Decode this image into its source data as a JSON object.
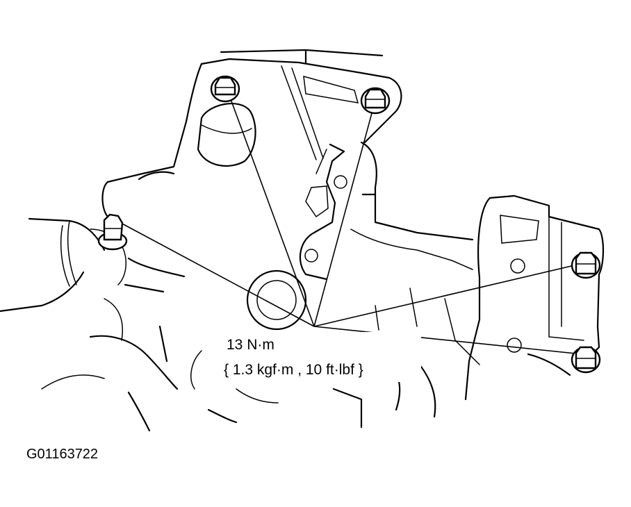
{
  "figure": {
    "torque_line1": "13 N·m",
    "torque_line2": "{ 1.3 kgf·m , 10 ft·lbf }",
    "figure_code": "G01163722"
  },
  "bolts": [
    {
      "name": "bolt-top-left-icon"
    },
    {
      "name": "bolt-top-right-icon"
    },
    {
      "name": "bolt-left-icon"
    },
    {
      "name": "bolt-right-upper-icon"
    },
    {
      "name": "bolt-right-lower-icon"
    }
  ]
}
